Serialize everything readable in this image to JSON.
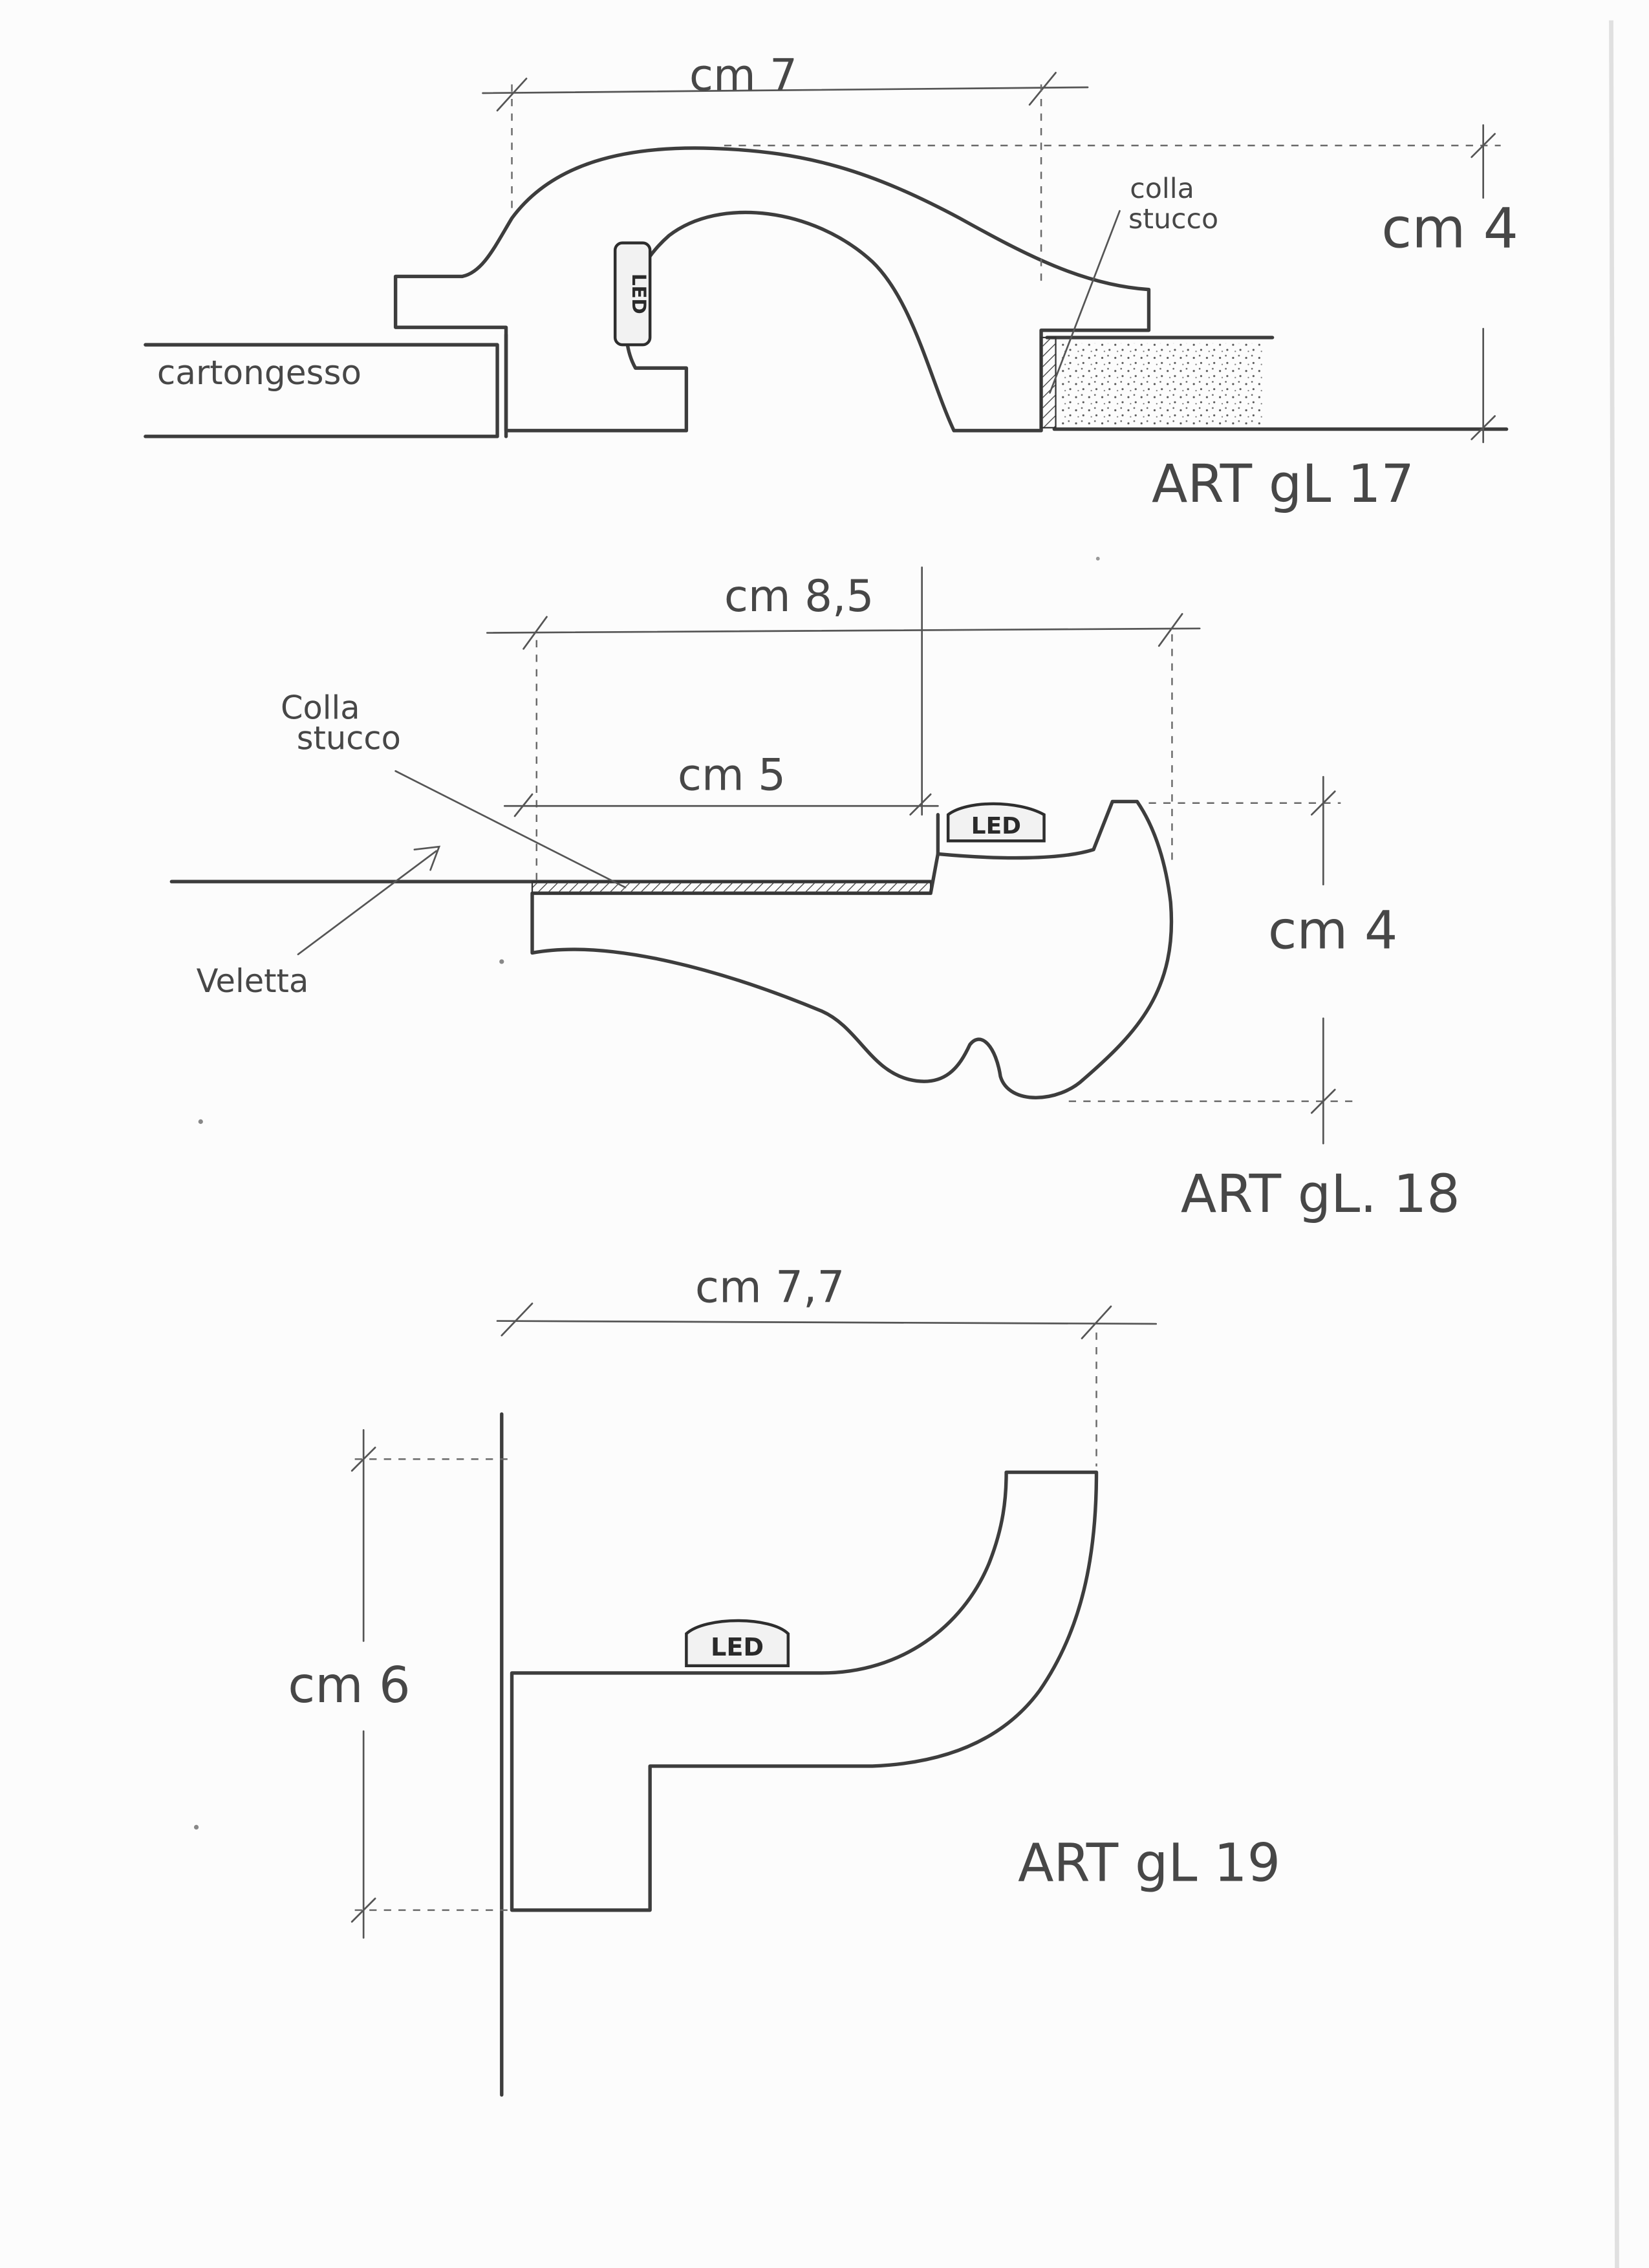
{
  "colors": {
    "paper": "#fcfcfc",
    "pencil": "#3d3d3d",
    "edge": "#e3e3e3"
  },
  "drawing1": {
    "width_label": "cm 7",
    "height_label": "cm 4",
    "glue_label_line1": "colla",
    "glue_label_line2": "stucco",
    "led_label": "LED",
    "board_label": "cartongesso",
    "article_label": "ART gL 17"
  },
  "drawing2": {
    "width_label": "cm 8,5",
    "inner_width_label": "cm 5",
    "height_label": "cm 4",
    "glue_label_line1": "Colla",
    "glue_label_line2": "stucco",
    "led_label": "LED",
    "arrow_label": "Veletta",
    "article_label": "ART gL. 18"
  },
  "drawing3": {
    "width_label": "cm 7,7",
    "height_label": "cm 6",
    "led_label": "LED",
    "article_label": "ART gL 19"
  }
}
